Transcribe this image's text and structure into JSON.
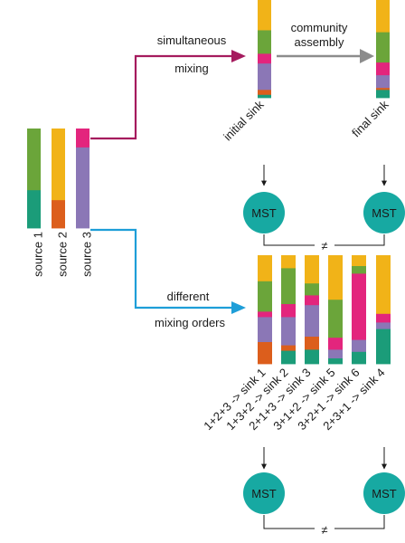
{
  "colors": {
    "green": "#6ba53a",
    "teal": "#1b9c79",
    "yellow": "#f1b318",
    "orange": "#dc5e1c",
    "magenta": "#e3257d",
    "purple": "#8b77b6",
    "mst_fill": "#17a9a2",
    "arrow_top": "#a51b5e",
    "arrow_bottom": "#1e9ed8",
    "arrow_gray": "#8c8c8c"
  },
  "sources": [
    {
      "label": "source 1",
      "segments": [
        {
          "color": "green",
          "frac": 0.62
        },
        {
          "color": "teal",
          "frac": 0.38
        }
      ]
    },
    {
      "label": "source 2",
      "segments": [
        {
          "color": "yellow",
          "frac": 0.72
        },
        {
          "color": "orange",
          "frac": 0.28
        }
      ]
    },
    {
      "label": "source 3",
      "segments": [
        {
          "color": "magenta",
          "frac": 0.19
        },
        {
          "color": "purple",
          "frac": 0.81
        }
      ]
    }
  ],
  "top": {
    "label_line1": "simultaneous",
    "label_line2": "mixing",
    "assembly_line1": "community",
    "assembly_line2": "assembly",
    "initial_label": "initial sink",
    "final_label": "final sink",
    "initial_bar": [
      {
        "color": "yellow",
        "frac": 0.31
      },
      {
        "color": "green",
        "frac": 0.24
      },
      {
        "color": "magenta",
        "frac": 0.1
      },
      {
        "color": "purple",
        "frac": 0.27
      },
      {
        "color": "orange",
        "frac": 0.05
      },
      {
        "color": "teal",
        "frac": 0.03
      }
    ],
    "final_bar": [
      {
        "color": "yellow",
        "frac": 0.33
      },
      {
        "color": "green",
        "frac": 0.31
      },
      {
        "color": "magenta",
        "frac": 0.13
      },
      {
        "color": "purple",
        "frac": 0.13
      },
      {
        "color": "orange",
        "frac": 0.02
      },
      {
        "color": "teal",
        "frac": 0.08
      }
    ],
    "mst": "MST",
    "neq": "≠"
  },
  "bottom": {
    "label_line1": "different",
    "label_line2": "mixing orders",
    "sinks": [
      {
        "label": "1+2+3 -> sink 1",
        "segments": [
          {
            "color": "yellow",
            "frac": 0.24
          },
          {
            "color": "green",
            "frac": 0.28
          },
          {
            "color": "magenta",
            "frac": 0.05
          },
          {
            "color": "purple",
            "frac": 0.23
          },
          {
            "color": "orange",
            "frac": 0.2
          }
        ]
      },
      {
        "label": "1+3+2 -> sink 2",
        "segments": [
          {
            "color": "yellow",
            "frac": 0.12
          },
          {
            "color": "green",
            "frac": 0.33
          },
          {
            "color": "magenta",
            "frac": 0.12
          },
          {
            "color": "purple",
            "frac": 0.26
          },
          {
            "color": "orange",
            "frac": 0.05
          },
          {
            "color": "teal",
            "frac": 0.12
          }
        ]
      },
      {
        "label": "2+1+3 -> sink 3",
        "segments": [
          {
            "color": "yellow",
            "frac": 0.26
          },
          {
            "color": "green",
            "frac": 0.11
          },
          {
            "color": "magenta",
            "frac": 0.09
          },
          {
            "color": "purple",
            "frac": 0.29
          },
          {
            "color": "orange",
            "frac": 0.12
          },
          {
            "color": "teal",
            "frac": 0.13
          }
        ]
      },
      {
        "label": "3+1+2 -> sink 5",
        "segments": [
          {
            "color": "yellow",
            "frac": 0.41
          },
          {
            "color": "green",
            "frac": 0.35
          },
          {
            "color": "magenta",
            "frac": 0.11
          },
          {
            "color": "purple",
            "frac": 0.08
          },
          {
            "color": "teal",
            "frac": 0.05
          }
        ]
      },
      {
        "label": "3+2+1 -> sink 6",
        "segments": [
          {
            "color": "yellow",
            "frac": 0.1
          },
          {
            "color": "green",
            "frac": 0.07
          },
          {
            "color": "magenta",
            "frac": 0.61
          },
          {
            "color": "purple",
            "frac": 0.11
          },
          {
            "color": "teal",
            "frac": 0.11
          }
        ]
      },
      {
        "label": "2+3+1 -> sink 4",
        "segments": [
          {
            "color": "yellow",
            "frac": 0.54
          },
          {
            "color": "magenta",
            "frac": 0.08
          },
          {
            "color": "purple",
            "frac": 0.06
          },
          {
            "color": "teal",
            "frac": 0.32
          }
        ]
      }
    ],
    "mst": "MST",
    "neq": "≠"
  }
}
